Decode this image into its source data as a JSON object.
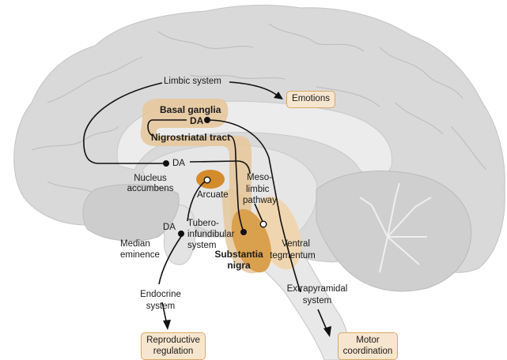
{
  "diagram": {
    "title": "Dopaminergic pathways of the brain (midsagittal view)",
    "colors": {
      "brain_gray": "#d6d6d6",
      "brain_gray_light": "#e9e9e9",
      "gyrus_line": "#bdbdbd",
      "tan_highlight": "#e5c89d",
      "orange_nucleus": "#d48b2c",
      "substantia_nigra": "#d9a04e",
      "ventral_tegmentum": "#f0d6b0",
      "outcome_box_fill": "#f7e6cf",
      "outcome_box_border": "#d9a868",
      "pathway_line": "#111111"
    },
    "labels": {
      "limbic_system": "Limbic system",
      "basal_ganglia": "Basal ganglia",
      "da_basal": "DA",
      "nigrostriatal_tract": "Nigrostriatal tract",
      "da_accumbens": "DA",
      "nucleus_accumbens_1": "Nucleus",
      "nucleus_accumbens_2": "accumbens",
      "arcuate": "Arcuate",
      "mesolimbic_1": "Meso-",
      "mesolimbic_2": "limbic",
      "mesolimbic_3": "pathway",
      "da_median": "DA",
      "tuberoinfundibular_1": "Tubero-",
      "tuberoinfundibular_2": "infundibular",
      "tuberoinfundibular_3": "system",
      "median_eminence_1": "Median",
      "median_eminence_2": "eminence",
      "substantia_nigra_1": "Substantia",
      "substantia_nigra_2": "nigra",
      "ventral_tegmentum_1": "Ventral",
      "ventral_tegmentum_2": "tegmentum",
      "extrapyramidal_1": "Extrapyramidal",
      "extrapyramidal_2": "system",
      "endocrine_1": "Endocrine",
      "endocrine_2": "system"
    },
    "outcomes": {
      "emotions": "Emotions",
      "reproductive_1": "Reproductive",
      "reproductive_2": "regulation",
      "motor_1": "Motor",
      "motor_2": "coordination"
    }
  }
}
